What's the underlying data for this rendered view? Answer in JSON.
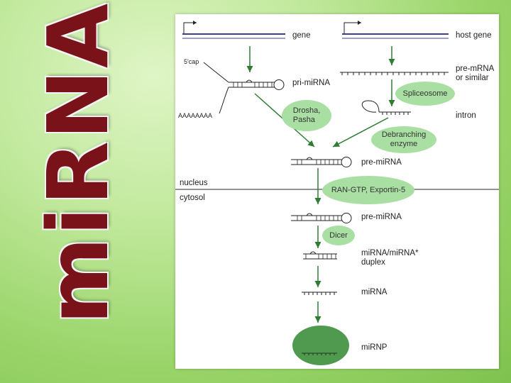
{
  "slide": {
    "title": "miRNA"
  },
  "diagram": {
    "labels": {
      "gene": "gene",
      "host_gene": "host gene",
      "five_cap": "5'cap",
      "polyA": "AAAAAAAA",
      "pri_mirna": "pri-miRNA",
      "pre_mrna": "pre-mRNA\nor similar",
      "intron": "intron",
      "pre_mirna_nucleus": "pre-miRNA",
      "nucleus": "nucleus",
      "cytosol": "cytosol",
      "pre_mirna_cytosol": "pre-miRNA",
      "duplex": "miRNA/miRNA*\nduplex",
      "mirna": "miRNA",
      "mirnp": "miRNP"
    },
    "enzymes": {
      "drosha": "Drosha,\nPasha",
      "spliceosome": "Spliceosome",
      "debranching": "Debranching\nenzyme",
      "ran": "RAN-GTP, Exportin-5",
      "dicer": "Dicer"
    },
    "colors": {
      "title": "#7a1219",
      "enzyme_fill": "#a9dfa3",
      "arrow": "#2e7d32",
      "strand": "#3b3f8f",
      "mirnp_fill": "#4f9a4f"
    }
  }
}
